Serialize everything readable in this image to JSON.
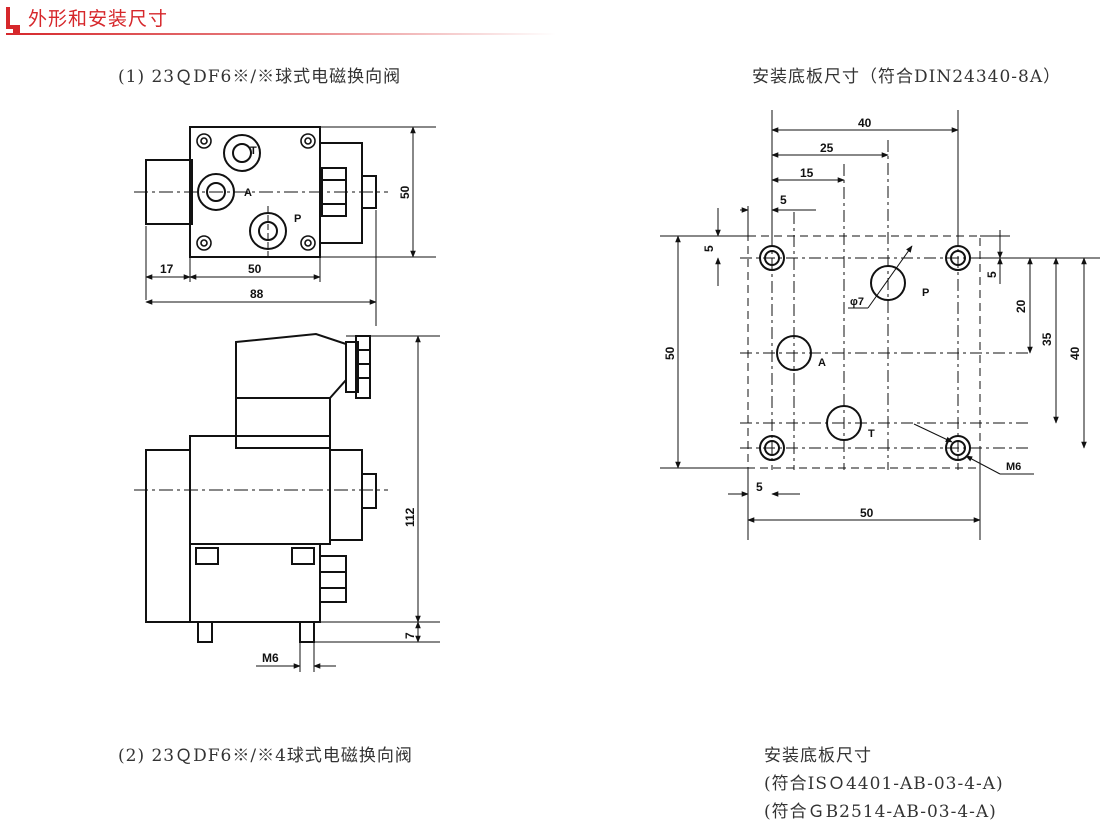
{
  "header": {
    "title": "外形和安装尺寸",
    "accent_color": "#d6272b"
  },
  "captions": {
    "valve_1": "(1) 23ＱDF6※/※球式电磁换向阀",
    "plate_1": "安装底板尺寸（符合DIN24340-8A）",
    "valve_2": "(2) 23ＱDF6※/※4球式电磁换向阀",
    "plate_2_line1": "安装底板尺寸",
    "plate_2_line2": "(符合ISＯ4401-AB-03-4-A)",
    "plate_2_line3": "(符合ＧB2514-AB-03-4-A)"
  },
  "valve_top_view": {
    "dim_height": "50",
    "dim_left": "17",
    "dim_body": "50",
    "dim_total": "88",
    "port_T": "T",
    "port_A": "A",
    "port_P": "P"
  },
  "valve_side_view": {
    "dim_height": "112",
    "dim_foot": "7",
    "thread": "M6"
  },
  "mounting_plate": {
    "dim_40_top": "40",
    "dim_25": "25",
    "dim_15": "15",
    "dim_5_top": "5",
    "dim_5_left": "5",
    "dim_5_right": "5",
    "dim_50_left": "50",
    "dim_20": "20",
    "dim_35": "35",
    "dim_40_right": "40",
    "dim_5_bottom": "5",
    "dim_50_bottom": "50",
    "phi": "φ7",
    "port_P": "P",
    "port_A": "A",
    "port_T": "T",
    "thread": "M6"
  }
}
